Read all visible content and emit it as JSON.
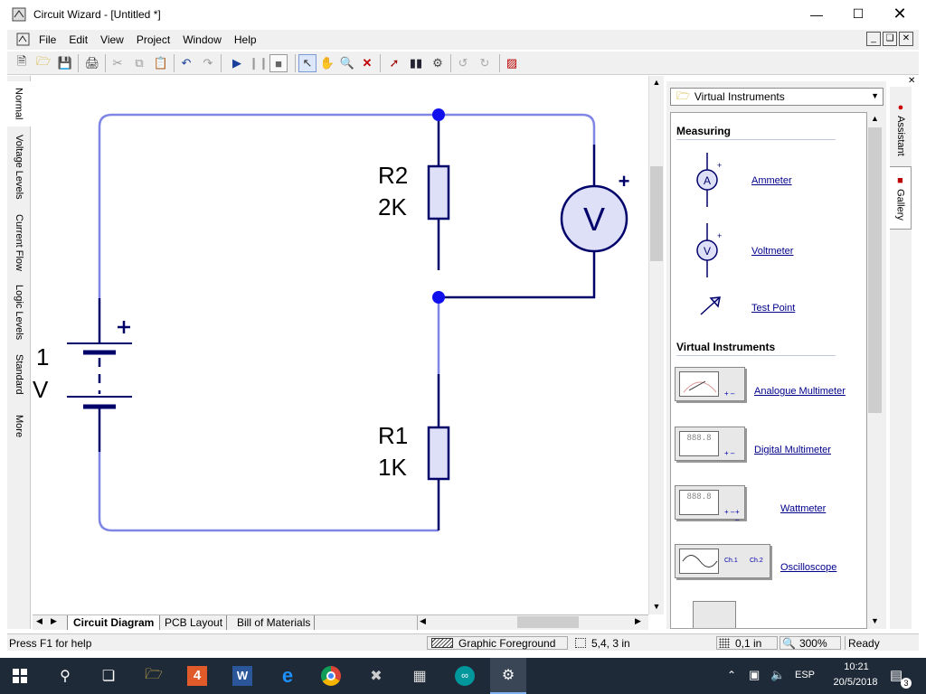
{
  "window": {
    "title": "Circuit Wizard - [Untitled *]"
  },
  "menu": [
    "File",
    "Edit",
    "View",
    "Project",
    "Window",
    "Help"
  ],
  "left_tabs": [
    "Normal",
    "Voltage Levels",
    "Current Flow",
    "Logic Levels",
    "Standard",
    "More"
  ],
  "circuit": {
    "r2_name": "R2",
    "r2_value": "2K",
    "r1_name": "R1",
    "r1_value": "1K",
    "battery_name": "1",
    "battery_unit": "V",
    "meter_symbol": "V",
    "plus": "+",
    "wire_color": "#7f86e6",
    "dark_color": "#00006b",
    "node_color": "#1010ee"
  },
  "bottom_tabs": [
    "Circuit Diagram",
    "PCB Layout",
    "Bill of Materials"
  ],
  "status": {
    "help": "Press F1 for help",
    "layer": "Graphic Foreground",
    "coords": "5,4, 3 in",
    "grid": "0,1 in",
    "zoom": "300%",
    "state": "Ready"
  },
  "gallery": {
    "selector": "Virtual Instruments",
    "measuring_title": "Measuring",
    "ammeter": "Ammeter",
    "ammeter_symbol": "A",
    "voltmeter": "Voltmeter",
    "voltmeter_symbol": "V",
    "test_point": "Test Point",
    "vi_title": "Virtual Instruments",
    "analogue": "Analogue Multimeter",
    "digital": "Digital Multimeter",
    "wattmeter": "Wattmeter",
    "oscilloscope": "Oscilloscope",
    "ch1": "Ch.1",
    "ch2": "Ch.2",
    "tabs": [
      "Assistant",
      "Gallery"
    ]
  },
  "tray": {
    "lang": "ESP",
    "time": "10:21",
    "date": "20/5/2018",
    "notifications": "3"
  }
}
